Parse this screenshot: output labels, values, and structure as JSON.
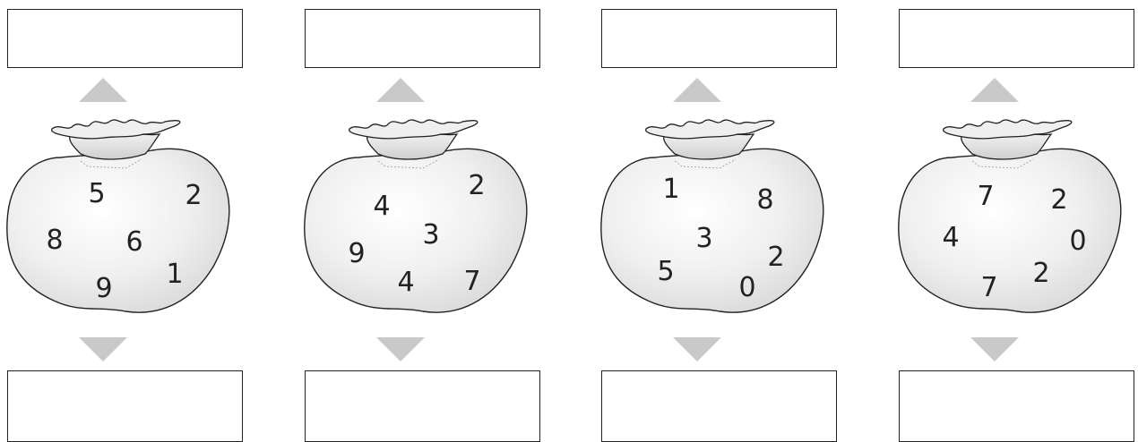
{
  "bags": [
    {
      "digits": [
        "5",
        "2",
        "8",
        "6",
        "1",
        "9"
      ]
    },
    {
      "digits": [
        "2",
        "4",
        "3",
        "9",
        "4",
        "7"
      ]
    },
    {
      "digits": [
        "1",
        "8",
        "3",
        "2",
        "5",
        "0"
      ]
    },
    {
      "digits": [
        "7",
        "2",
        "4",
        "0",
        "2",
        "7"
      ]
    }
  ],
  "colors": {
    "arrow": "#c9c9c9",
    "outline": "#222222",
    "bag_fill": "#e8e8e8"
  }
}
